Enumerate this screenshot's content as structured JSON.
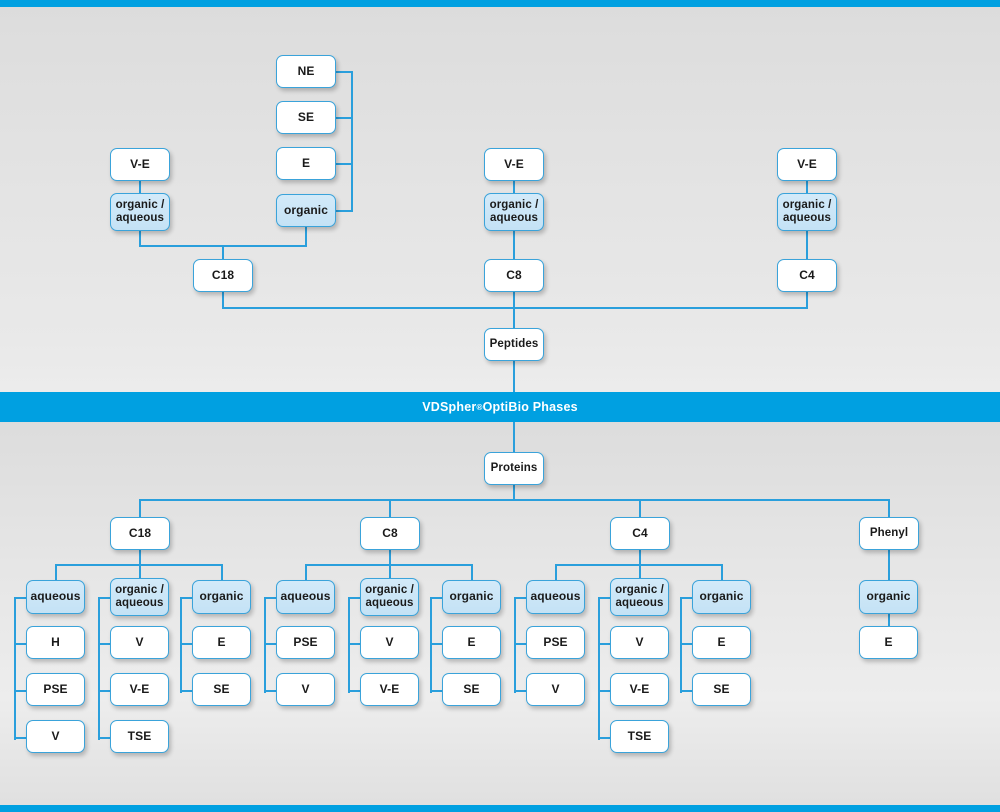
{
  "banner": {
    "brand": "VDSpher",
    "registered_mark": "®",
    "title_rest": " OptiBio Phases"
  },
  "diagram": {
    "type": "hierarchy-tree",
    "colors": {
      "accent": "#00a0e1",
      "connector": "#2a9fdc",
      "node_border": "#3aa3da",
      "node_fill_white": "#ffffff",
      "node_fill_blue": "#cbe6f7",
      "background": "#e3e3e3",
      "banner_text": "#ffffff"
    },
    "peptides": {
      "root_label": "Peptides",
      "branches": [
        {
          "label": "C18",
          "modifier_columns": [
            {
              "label": "organic /\naqueous",
              "line1": "organic /",
              "line2": "aqueous",
              "filled": true,
              "parents": [
                "V-E"
              ]
            },
            {
              "label": "organic",
              "filled": true,
              "parents": [
                "NE",
                "SE",
                "E"
              ]
            }
          ]
        },
        {
          "label": "C8",
          "modifier_columns": [
            {
              "label": "organic /\naqueous",
              "line1": "organic /",
              "line2": "aqueous",
              "filled": true,
              "parents": [
                "V-E"
              ]
            }
          ]
        },
        {
          "label": "C4",
          "modifier_columns": [
            {
              "label": "organic /\naqueous",
              "line1": "organic /",
              "line2": "aqueous",
              "filled": true,
              "parents": [
                "V-E"
              ]
            }
          ]
        }
      ]
    },
    "proteins": {
      "root_label": "Proteins",
      "branches": [
        {
          "label": "C18",
          "groups": [
            {
              "label": "aqueous",
              "filled": true,
              "items": [
                "H",
                "PSE",
                "V"
              ]
            },
            {
              "label": "organic /\naqueous",
              "line1": "organic /",
              "line2": "aqueous",
              "filled": true,
              "items": [
                "V",
                "V-E",
                "TSE"
              ]
            },
            {
              "label": "organic",
              "filled": true,
              "items": [
                "E",
                "SE"
              ]
            }
          ]
        },
        {
          "label": "C8",
          "groups": [
            {
              "label": "aqueous",
              "filled": true,
              "items": [
                "PSE",
                "V"
              ]
            },
            {
              "label": "organic /\naqueous",
              "line1": "organic /",
              "line2": "aqueous",
              "filled": true,
              "items": [
                "V",
                "V-E"
              ]
            },
            {
              "label": "organic",
              "filled": true,
              "items": [
                "E",
                "SE"
              ]
            }
          ]
        },
        {
          "label": "C4",
          "groups": [
            {
              "label": "aqueous",
              "filled": true,
              "items": [
                "PSE",
                "V"
              ]
            },
            {
              "label": "organic /\naqueous",
              "line1": "organic /",
              "line2": "aqueous",
              "filled": true,
              "items": [
                "V",
                "V-E",
                "TSE"
              ]
            },
            {
              "label": "organic",
              "filled": true,
              "items": [
                "E",
                "SE"
              ]
            }
          ]
        },
        {
          "label": "Phenyl",
          "groups": [
            {
              "label": "organic",
              "filled": true,
              "items": [
                "E"
              ]
            }
          ]
        }
      ]
    }
  },
  "nodes": {
    "top": {
      "ne": "NE",
      "se": "SE",
      "e": "E",
      "organic": "organic",
      "ve_left": "V-E",
      "oa_left_l1": "organic /",
      "oa_left_l2": "aqueous",
      "c18": "C18",
      "ve_mid": "V-E",
      "oa_mid_l1": "organic /",
      "oa_mid_l2": "aqueous",
      "c8": "C8",
      "ve_right": "V-E",
      "oa_right_l1": "organic /",
      "oa_right_l2": "aqueous",
      "c4": "C4",
      "peptides": "Peptides"
    },
    "bottom": {
      "proteins": "Proteins",
      "c18": "C18",
      "c8": "C8",
      "c4": "C4",
      "phenyl": "Phenyl",
      "aqueous": "aqueous",
      "organic": "organic",
      "oa_l1": "organic /",
      "oa_l2": "aqueous",
      "c18_aq": [
        "H",
        "PSE",
        "V"
      ],
      "c18_oa": [
        "V",
        "V-E",
        "TSE"
      ],
      "c18_or": [
        "E",
        "SE"
      ],
      "c8_aq": [
        "PSE",
        "V"
      ],
      "c8_oa": [
        "V",
        "V-E"
      ],
      "c8_or": [
        "E",
        "SE"
      ],
      "c4_aq": [
        "PSE",
        "V"
      ],
      "c4_oa": [
        "V",
        "V-E",
        "TSE"
      ],
      "c4_or": [
        "E",
        "SE"
      ],
      "phenyl_or": [
        "E"
      ]
    }
  }
}
